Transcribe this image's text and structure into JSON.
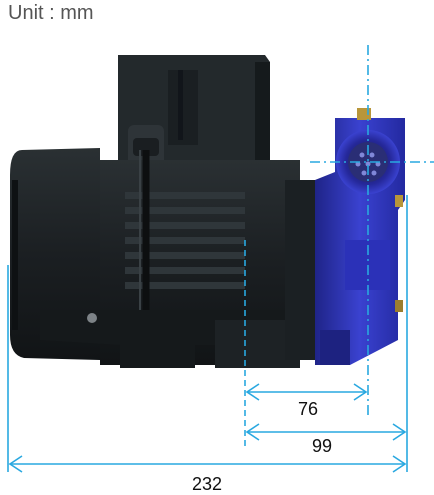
{
  "header": {
    "unit_label": "Unit : mm"
  },
  "dimensions": [
    {
      "name": "shaft-to-outlet-width",
      "label": "76"
    },
    {
      "name": "shaft-to-housing-width",
      "label": "99"
    },
    {
      "name": "overall-length",
      "label": "232"
    }
  ],
  "colors": {
    "dimension_line": "#29a8e0",
    "motor_body": "#1e2326",
    "pump_housing": "#2f35b8",
    "brass_fitting": "#b8963a",
    "background": "#ffffff"
  },
  "icons": {
    "pump": "side-view-pump-drawing"
  }
}
